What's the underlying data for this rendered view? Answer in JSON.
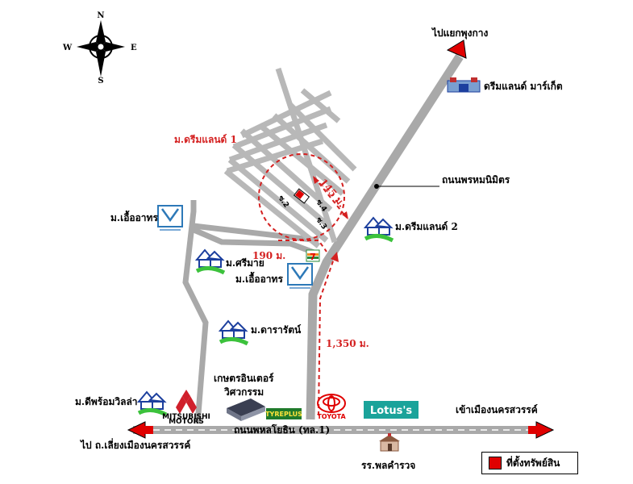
{
  "compass": {
    "north": "N",
    "south": "S",
    "east": "E",
    "west": "W"
  },
  "labels": {
    "to_phunghaeng": "ไปแยกพุงกาง",
    "dreamland_market": "ดรีมแลนด์ มาร์เก็ต",
    "dreamland1": "ม.ดรีมแลนด์ 1",
    "phrom_road": "ถนนพรหมนิมิตร",
    "dreamland2": "ม.ดรีมแลนด์ 2",
    "euaarthorn1": "ม.เอื้ออาทร",
    "sriamai": "ม.ศรีมาย",
    "euaarthorn2": "ม.เอื้ออาทร",
    "dararat": "ม.ดารารัตน์",
    "kaset_1": "เกษตรอินเตอร์",
    "kaset_2": "วิศวกรรม",
    "deepromvilla": "ม.ดีพร้อมวิลล่า",
    "main_road": "ถนนพหลโยธิน (ทล.1)",
    "to_city": "เข้าเมืองนครสวรรค์",
    "to_bypass": "ไป ถ.เลี่ยงเมืองนครสวรรค์",
    "school": "รร.พลคำรวจ",
    "soi2": "ซ.2",
    "soi4": "ซ.4",
    "soi3": "ซ.3"
  },
  "distances": {
    "d145": "145 ม.",
    "d190": "190 ม.",
    "d1350": "1,350 ม."
  },
  "brands": {
    "mitsubishi_1": "MITSUBISHI",
    "mitsubishi_2": "MOTORS",
    "tyreplus": "TYREPLUS",
    "toyota": "TOYOTA",
    "lotus": "Lotus's",
    "seven": "7"
  },
  "legend": {
    "property_location": "ที่ตั้งทรัพย์สิน"
  },
  "colors": {
    "road": "#a9a9a9",
    "route_red": "#d42020",
    "arrow_red": "#e00000",
    "house_blue": "#1c3f9e",
    "grass_green": "#3cc23c",
    "lotus_teal": "#1aa39a",
    "tyreplus_green": "#1f7a2b"
  },
  "icons": [
    "compass-rose-icon",
    "house-icon",
    "condo-icon",
    "market-icon",
    "school-icon",
    "warehouse-icon",
    "seven-eleven-icon",
    "property-marker-icon"
  ]
}
